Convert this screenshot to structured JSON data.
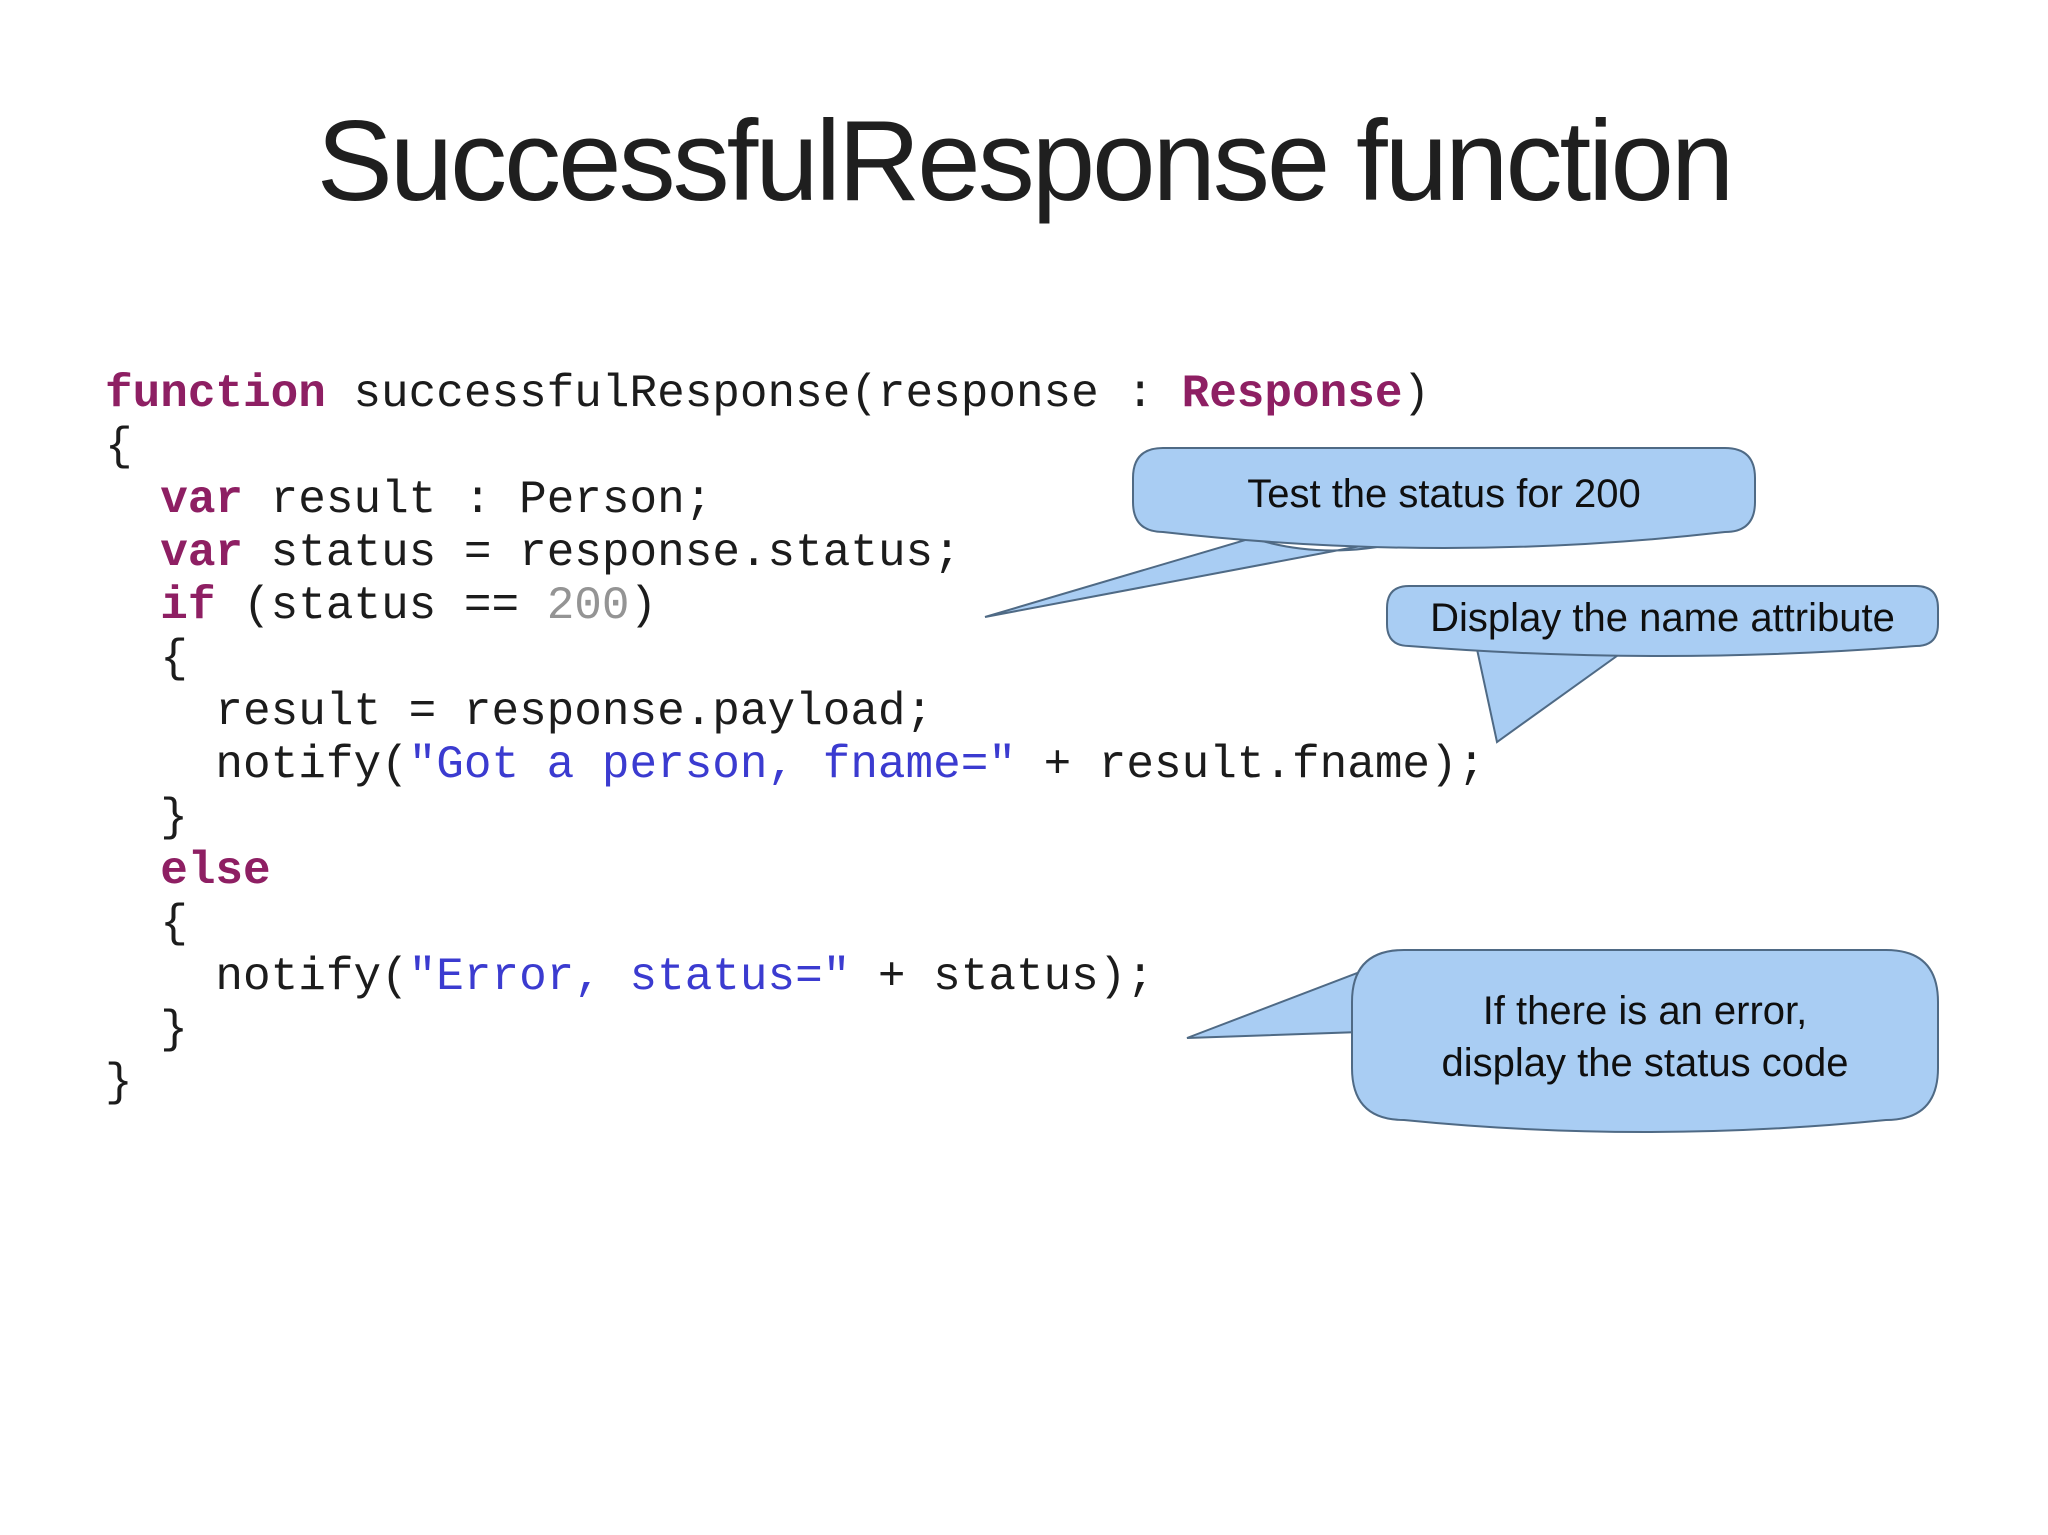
{
  "slide": {
    "title": "SuccessfulResponse function",
    "background": "#ffffff"
  },
  "code": {
    "colors": {
      "keyword": "#8e1f63",
      "plain": "#1c1c1c",
      "string": "#3b3bd0",
      "number": "#949494"
    },
    "lines": [
      [
        {
          "t": "function",
          "k": "keyword"
        },
        {
          "t": " successfulResponse(response : ",
          "k": "plain"
        },
        {
          "t": "Response",
          "k": "keyword"
        },
        {
          "t": ")",
          "k": "plain"
        }
      ],
      [
        {
          "t": "{",
          "k": "plain"
        }
      ],
      [
        {
          "t": "  ",
          "k": "plain"
        },
        {
          "t": "var",
          "k": "keyword"
        },
        {
          "t": " result : Person;",
          "k": "plain"
        }
      ],
      [
        {
          "t": "  ",
          "k": "plain"
        },
        {
          "t": "var",
          "k": "keyword"
        },
        {
          "t": " status = response.status;",
          "k": "plain"
        }
      ],
      [
        {
          "t": "  ",
          "k": "plain"
        },
        {
          "t": "if",
          "k": "keyword"
        },
        {
          "t": " (status == ",
          "k": "plain"
        },
        {
          "t": "200",
          "k": "number"
        },
        {
          "t": ")",
          "k": "plain"
        }
      ],
      [
        {
          "t": "  {",
          "k": "plain"
        }
      ],
      [
        {
          "t": "    result = response.payload;",
          "k": "plain"
        }
      ],
      [
        {
          "t": "    notify(",
          "k": "plain"
        },
        {
          "t": "\"Got a person, fname=\"",
          "k": "string"
        },
        {
          "t": " + result.fname);",
          "k": "plain"
        }
      ],
      [
        {
          "t": "  }",
          "k": "plain"
        }
      ],
      [
        {
          "t": "  ",
          "k": "plain"
        },
        {
          "t": "else",
          "k": "keyword"
        }
      ],
      [
        {
          "t": "  {",
          "k": "plain"
        }
      ],
      [
        {
          "t": "    notify(",
          "k": "plain"
        },
        {
          "t": "\"Error, status=\"",
          "k": "string"
        },
        {
          "t": " + status);",
          "k": "plain"
        }
      ],
      [
        {
          "t": "  }",
          "k": "plain"
        }
      ],
      [
        {
          "t": "}",
          "k": "plain"
        }
      ]
    ]
  },
  "callouts": {
    "style": {
      "fill": "#a9cdf3",
      "border": "#4f6a85"
    },
    "items": [
      {
        "name": "test-status",
        "text": "Test the status for 200"
      },
      {
        "name": "display-name",
        "text": "Display the name attribute"
      },
      {
        "name": "error-status",
        "text": "If there is an error,\ndisplay the status code"
      }
    ]
  }
}
